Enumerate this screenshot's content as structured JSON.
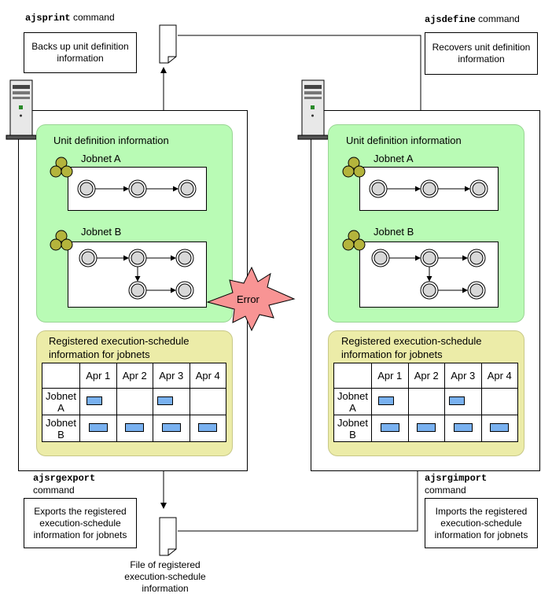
{
  "left": {
    "command": "ajsprint",
    "command_suffix": " command",
    "note": "Backs up unit definition information",
    "unit_def_title": "Unit definition information",
    "jobnet_a": "Jobnet A",
    "jobnet_b": "Jobnet B",
    "sched_title_line1": "Registered execution-schedule",
    "sched_title_line2": "information for jobnets",
    "export_command": "ajsrgexport",
    "export_command_suffix": "command",
    "export_note": "Exports the registered execution-schedule information for jobnets"
  },
  "right": {
    "command": "ajsdefine",
    "command_suffix": " command",
    "note": "Recovers unit definition information",
    "unit_def_title": "Unit definition information",
    "jobnet_a": "Jobnet A",
    "jobnet_b": "Jobnet B",
    "sched_title_line1": "Registered execution-schedule",
    "sched_title_line2": "information for jobnets",
    "import_command": "ajsrgimport",
    "import_command_suffix": "command",
    "import_note": "Imports the registered execution-schedule information for jobnets"
  },
  "schedule_table": {
    "days": [
      "Apr 1",
      "Apr 2",
      "Apr 3",
      "Apr 4"
    ],
    "rows": [
      {
        "line1": "Jobnet",
        "line2": "A",
        "scheduled": [
          true,
          false,
          true,
          false
        ]
      },
      {
        "line1": "Jobnet",
        "line2": "B",
        "scheduled": [
          true,
          true,
          true,
          true
        ]
      }
    ]
  },
  "error_label": "Error",
  "file_label": "File of registered execution-schedule information",
  "colors": {
    "unit_def_bg": "#b9fbb5",
    "schedule_bg": "#ececa8",
    "error_burst": "#f89494",
    "schedule_mark": "#79b1f0",
    "jobnet_icon": "#b4b43c"
  }
}
